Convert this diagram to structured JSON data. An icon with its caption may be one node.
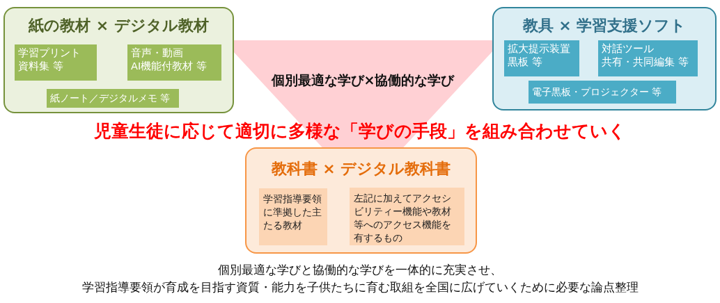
{
  "diagram": {
    "nodes": [
      {
        "text": [
          "紙の教材 × デジタル教材"
        ]
      },
      {
        "text": [
          "学習プリント",
          "資料集 等"
        ],
        "in": 0
      },
      {
        "text": [
          "音声・動画",
          "AI機能付教材 等"
        ],
        "in": 0
      },
      {
        "text": [
          "紙ノート／デジタルメモ 等"
        ],
        "in": 0
      },
      {
        "text": [
          "教具 × 学習支援ソフト"
        ]
      },
      {
        "text": [
          "拡大提示装置",
          "黒板 等"
        ],
        "in": 4
      },
      {
        "text": [
          "対話ツール",
          "共有・共同編集 等"
        ],
        "in": 4
      },
      {
        "text": [
          "電子黒板・プロジェクター 等"
        ],
        "in": 4
      },
      {
        "text": [
          "教科書 × デジタル教科書"
        ]
      },
      {
        "text": [
          "学習指導要領に準拠した主たる教材"
        ],
        "in": 8
      },
      {
        "text": [
          "左記に加えてアクセシビリティー機能や教材等へのアクセス機能を有するもの"
        ],
        "in": 8
      }
    ],
    "labels": [
      "個別最適な学び×協働的な学び",
      "児童生徒に応じて適切に多様な「学びの手段」を組み合わせていく",
      "個別最適な学びと協働的な学びを一体的に充実させ、",
      "学習指導要領が育成を目指す資質・能力を子供たちに育む取組を全国に広げていくために必要な論点整理"
    ]
  }
}
